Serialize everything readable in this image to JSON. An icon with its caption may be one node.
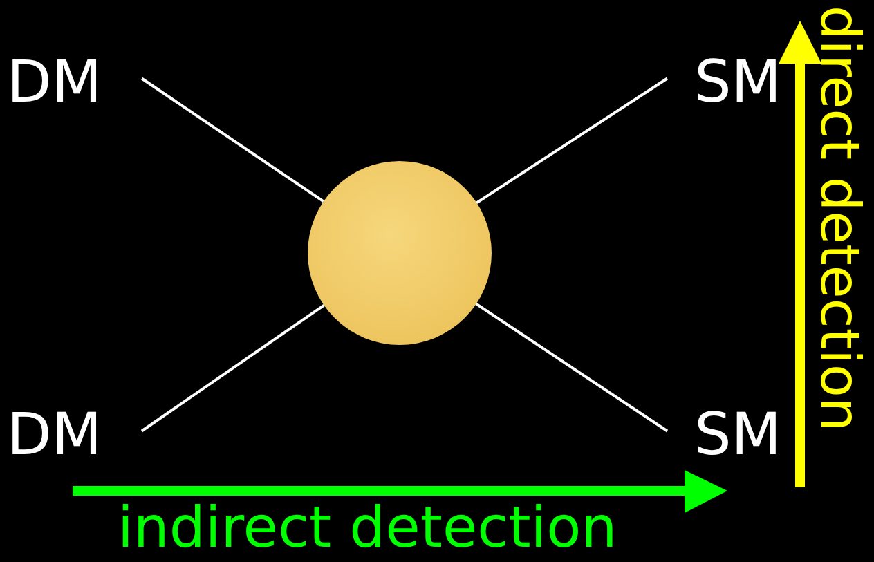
{
  "diagram": {
    "nodes": [
      {
        "text": [
          "DM"
        ]
      },
      {
        "text": [
          "SM"
        ]
      },
      {
        "text": [],
        "shape": "circle"
      },
      {
        "text": [
          "DM"
        ]
      },
      {
        "text": [
          "SM"
        ]
      }
    ],
    "edges": [
      {
        "from": 0,
        "to": 2,
        "arrow": "none"
      },
      {
        "from": 2,
        "to": 1,
        "arrow": "none"
      },
      {
        "from": 3,
        "to": 2,
        "arrow": "none"
      },
      {
        "from": 2,
        "to": 4,
        "arrow": "none"
      }
    ],
    "labels": [
      "indirect detection",
      "direct detection"
    ]
  }
}
